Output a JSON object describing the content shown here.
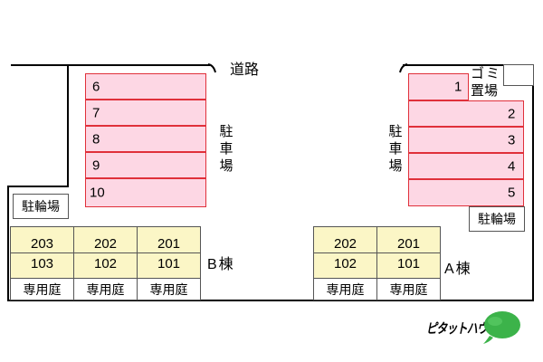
{
  "road_label": "道路",
  "left_parking": {
    "label_chars": [
      "駐",
      "車",
      "場"
    ],
    "stalls": [
      "6",
      "7",
      "8",
      "9",
      "10"
    ]
  },
  "right_parking": {
    "label_chars": [
      "駐",
      "車",
      "場"
    ],
    "stalls": [
      "1",
      "2",
      "3",
      "4",
      "5"
    ]
  },
  "garbage": {
    "line1": "ゴミ",
    "line2": "置場"
  },
  "bike_left": "駐輪場",
  "bike_right": "駐輪場",
  "building_b": {
    "label": "B棟",
    "upper_units": [
      "203",
      "202",
      "201"
    ],
    "lower_units": [
      "103",
      "102",
      "101"
    ],
    "gardens": [
      "専用庭",
      "専用庭",
      "専用庭"
    ]
  },
  "building_a": {
    "label": "A棟",
    "upper_units": [
      "202",
      "201"
    ],
    "lower_units": [
      "102",
      "101"
    ],
    "gardens": [
      "専用庭",
      "専用庭"
    ]
  },
  "brand": {
    "text": "ピタットハウス",
    "color": "#3cb34a"
  }
}
